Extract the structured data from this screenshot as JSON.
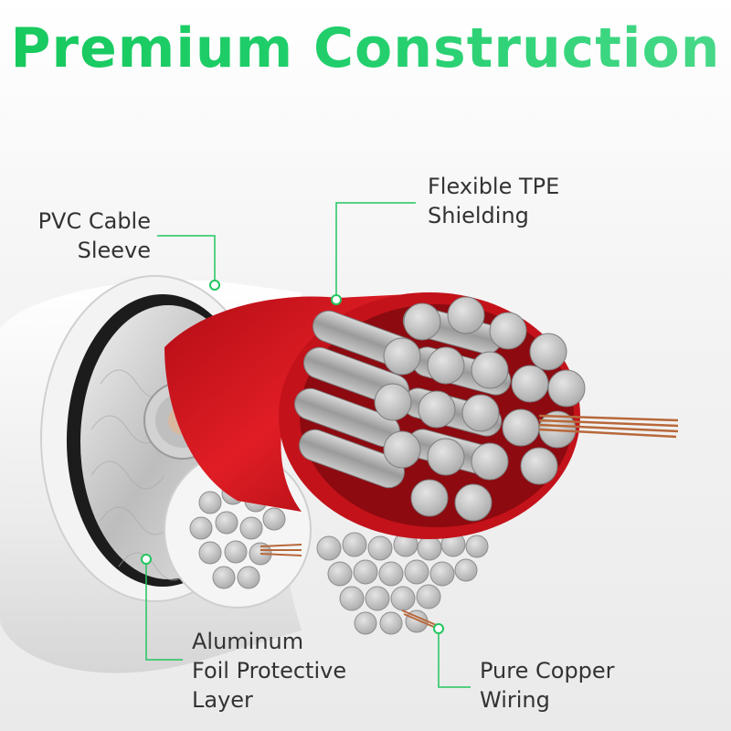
{
  "title": "Premium Construction",
  "callouts": {
    "pvc": {
      "lines": [
        "PVC Cable",
        "Sleeve"
      ]
    },
    "tpe": {
      "lines": [
        "Flexible TPE",
        "Shielding"
      ]
    },
    "foil": {
      "lines": [
        "Aluminum",
        "Foil Protective",
        "Layer"
      ]
    },
    "copper": {
      "lines": [
        "Pure Copper",
        "Wiring"
      ]
    }
  },
  "colors": {
    "accent": "#22c55e",
    "tpe_red": "#d6161f",
    "strand_gray": "#c4c4c4",
    "copper": "#b8683a"
  }
}
